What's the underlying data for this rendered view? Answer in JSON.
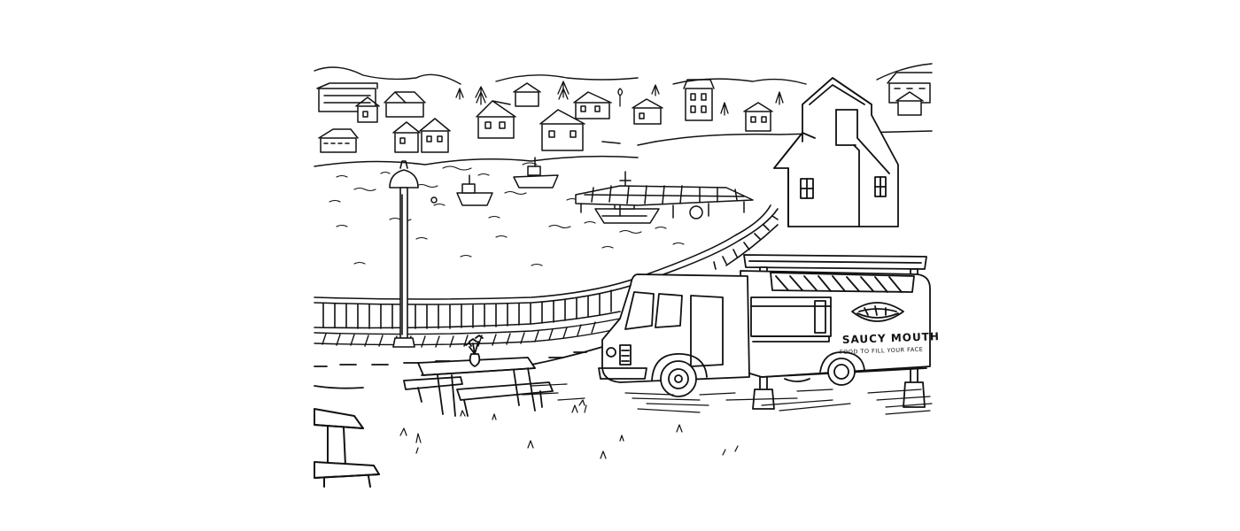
{
  "scene": {
    "description_subject": "harbour town sketch with food truck",
    "ink_color": "#111111",
    "background_color": "#ffffff"
  },
  "food_truck": {
    "sign_title": "SAUCY MOUTH",
    "sign_tagline": "FOOD TO FILL YOUR FACE"
  }
}
